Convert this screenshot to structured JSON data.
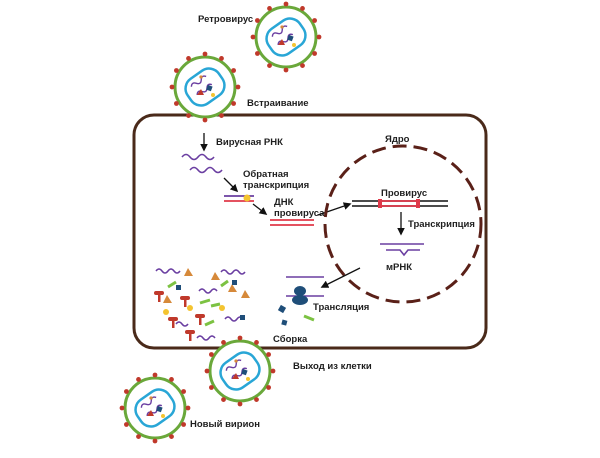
{
  "labels": {
    "retrovirus": "Ретровирус",
    "integration": "Встраивание",
    "viral_rna": "Вирусная РНК",
    "reverse_transcription_1": "Обратная",
    "reverse_transcription_2": "транскрипция",
    "dna_provirus_1": "ДНК",
    "dna_provirus_2": "провируса",
    "nucleus": "Ядро",
    "provirus": "Провирус",
    "transcription": "Транскрипция",
    "mrna": "мРНК",
    "translation": "Трансляция",
    "assembly": "Сборка",
    "cell_exit": "Выход из клетки",
    "new_virion": "Новый вирион"
  },
  "colors": {
    "cell_border": "#4a2a1a",
    "nucleus_border": "#5a2018",
    "capsule_ring": "#6aa83a",
    "capsule_inner": "#29a6d6",
    "spike": "#c0392b",
    "rna": "#6a3ea1",
    "dna_red": "#e0394a",
    "protein_orange": "#d6893a",
    "protein_green": "#7cc242",
    "protein_navy": "#1f4e79",
    "enzyme_yellow": "#f4c430"
  }
}
